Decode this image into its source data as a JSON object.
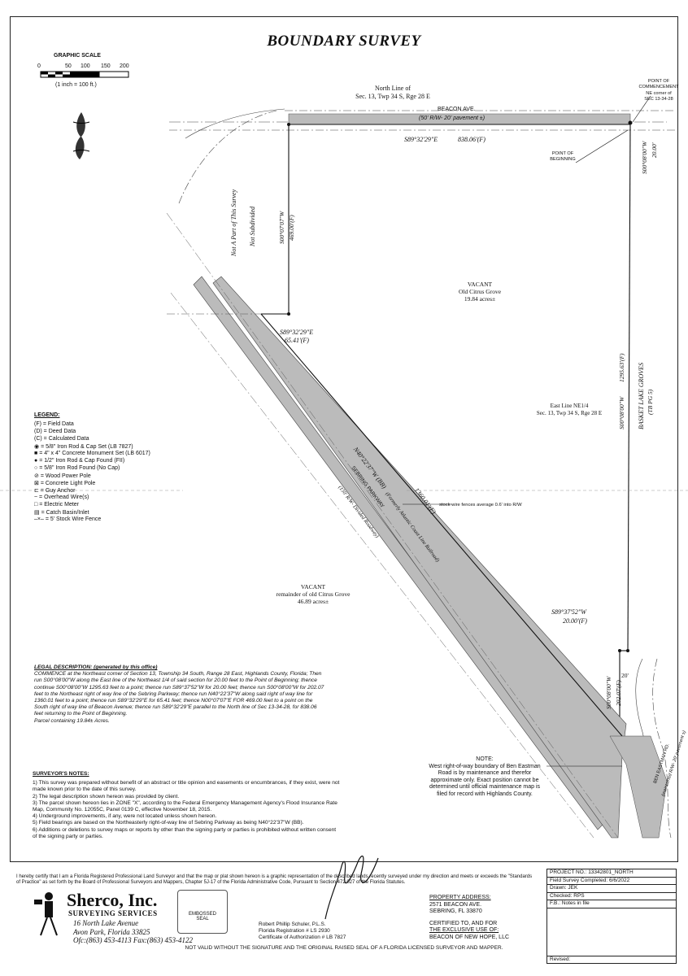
{
  "title": "BOUNDARY SURVEY",
  "scale": {
    "label": "GRAPHIC SCALE",
    "ticks": [
      "0",
      "50",
      "100",
      "150",
      "200"
    ],
    "note": "(1 inch = 100 ft.)"
  },
  "map_labels": {
    "north_line": [
      "North Line of",
      "Sec. 13, Twp 34 S, Rge 28 E"
    ],
    "beacon_ave": "BEACON AVE.",
    "beacon_pave": "(50' R/W- 20' pavement ±)",
    "point_commencement": [
      "POINT OF",
      "COMMENCEMENT"
    ],
    "ne_corner": [
      "NE corner of",
      "SEC 13-34-28"
    ],
    "north_bearing": "S89°32'29\"E",
    "north_dist": "838.06'(F)",
    "point_beginning": [
      "POINT OF",
      "BEGINNING"
    ],
    "east_short_bearing": "S00°08'00\"W",
    "east_short_dist": "20.00'",
    "not_part": [
      "Not A Part of This Survey",
      "Not Subdivided"
    ],
    "west_bearing": "S00°07'07\"W",
    "west_dist": "469.00'(F)",
    "vacant_1": [
      "VACANT",
      "Old Citrus Grove",
      "19.84 acres±"
    ],
    "mid_bearing": "S89°32'29\"E",
    "mid_dist": "65.41'(F)",
    "east_bearing": "S00°08'00\"W",
    "east_dist": "1295.63'(F)",
    "basket_lake": [
      "BASKET LAKE GROVES",
      "(TB PG 5)"
    ],
    "east_line": [
      "East Line NE1/4",
      "Sec. 13, Twp 34 S, Rge 28 E"
    ],
    "parkway_bearing": "N40°22'37\"W (BB)",
    "parkway_dist": "1360.01'(F)",
    "parkway_name": "SEBRING PARKWAY",
    "parkway_former": "(Formerly Atlantic Coast Line Railroad)",
    "parkway_rw": "(150' R/W- Divided Roadway)",
    "fence_note": "stock wire fences average 0.6' into R/W",
    "vacant_2": [
      "VACANT",
      "remainder of old Citrus Grove",
      "46.89 acres±"
    ],
    "south_bearing": "S89°37'52\"W",
    "south_dist": "20.00'(F)",
    "south_east_bearing": "S00°08'00\"W",
    "south_east_dist": "202.07'(F)",
    "twenty": "20'",
    "ben_eastman": [
      "BEN EASTMAN RD.",
      "(maintained R/W- 20' pavement ±)"
    ],
    "note_title": "NOTE:",
    "note_text": [
      "West right-of-way boundary of Ben Eastman",
      "Road is by maintenance and therefor",
      "approximate only. Exact position cannot be",
      "determined until official maintenance map is",
      "filed for record with Highlands County."
    ]
  },
  "legend": {
    "title": "LEGEND:",
    "items": [
      "(F) = Field Data",
      "(D) = Deed Data",
      "(C) = Calculated Data",
      "= 5/8\" Iron Rod & Cap Set (LB 7827)",
      "= 4\" x 4\" Concrete Monument Set (LB 6017)",
      "= 1/2\" Iron Rod & Cap Found (FII)",
      "= 5/8\" Iron Rod Found (No Cap)",
      "= Wood Power Pole",
      "= Concrete Light Pole",
      "= Guy Anchor",
      "= Overhead Wire(s)",
      "= Electric Meter",
      "= Catch Basin/Inlet",
      "= 5' Stock Wire Fence"
    ]
  },
  "legal": {
    "title": "LEGAL DESCRIPTION: (generated by this office)",
    "text": "COMMENCE at the Northeast corner of Section 13, Township 34 South, Range 28 East, Highlands County, Florida; Then run S00°08'00\"W along the East line of the Northeast 1/4 of said section for 20.00 feet to the Point of Beginning; thence continue S00°08'00\"W 1295.63 feet to a point; thence run S89°37'52\"W for 20.00 feet; thence run S00°08'00\"W for 202.07 feet to the Northeast right of way line of the Sebring Parkway; thence run N40°22'37\"W along said right of way line for 1360.01 feet to a point; thence run S89°32'29\"E for 65.41 feet; thence N00°07'07\"E FOR 469.00 feet to a point on the South right of way line of Beacon Avenue; thence run S89°32'29\"E parallel to the North line of Sec 13-34-28, for 838.06 feet returning to the Point of Beginning.",
    "parcel": "Parcel containing 19.84± Acres."
  },
  "notes": {
    "title": "SURVEYOR'S NOTES:",
    "items": [
      "1) This survey was prepared without benefit of an abstract or title opinion and easements or encumbrances, if they exist, were not made known prior to the date of this survey.",
      "2) The legal description shown hereon was provided by client.",
      "3) The parcel shown hereon lies in ZONE \"X\", according to the Federal Emergency Management Agency's Flood Insurance Rate Map, Community No. 12055C, Panel 0139 C, effective November 18, 2015.",
      "4) Underground improvements, if any, were not located unless shown hereon.",
      "5) Field bearings are based on the Northeasterly right-of-way line of Sebring Parkway as being N40°22'37\"W (BB).",
      "6) Additions or deletions to survey maps or reports by other than the signing party or parties is prohibited without written consent of the signing party or parties."
    ]
  },
  "certification": "I hereby certify that I am a Florida Registered Professional Land Surveyor and that the map or plat shown hereon is a graphic representation of the described lands recently surveyed under my direction and meets or exceeds the \"Standards of Practice\" as set forth by the Board of Professional Surveyors and Mappers, Chapter 5J-17 of the Florida Administrative Code, Pursuant to Section 472.027 of the Florida Statutes.",
  "company": {
    "name": "Sherco, Inc.",
    "sub": "SURVEYING SERVICES",
    "addr1": "16 North Lake Avenue",
    "addr2": "Avon Park, Florida 33825",
    "phone": "Ofc:(863) 453-4113   Fax:(863) 453-4122"
  },
  "seal": {
    "line1": "EMBOSSED",
    "line2": "SEAL"
  },
  "surveyor": {
    "name": "Robert Phillip Schuler, P.L.S.",
    "reg": "Florida Registration # LS 2930",
    "auth": "Certificate of Authorization # LB 7827"
  },
  "property": {
    "title": "PROPERTY ADDRESS:",
    "line1": "2571 BEACON AVE.",
    "line2": "SEBRING, FL 33870",
    "cert1": "CERTIFIED TO, AND FOR",
    "cert2": "THE EXCLUSIVE USE OF:",
    "cert3": "BEACON OF NEW HOPE, LLC"
  },
  "title_block": {
    "project": "PROJECT NO.: 13342801_NORTH",
    "field": "Field Survey Completed: 6/6/2022",
    "drawn": "Drawn: JEK",
    "checked": "Checked: RPS",
    "fb": "F.B.: Notes in file",
    "revised": "Revised:"
  },
  "bottom_note": "NOT VALID WITHOUT THE SIGNATURE AND THE ORIGINAL RAISED SEAL OF A FLORIDA LICENSED SURVEYOR AND MAPPER."
}
